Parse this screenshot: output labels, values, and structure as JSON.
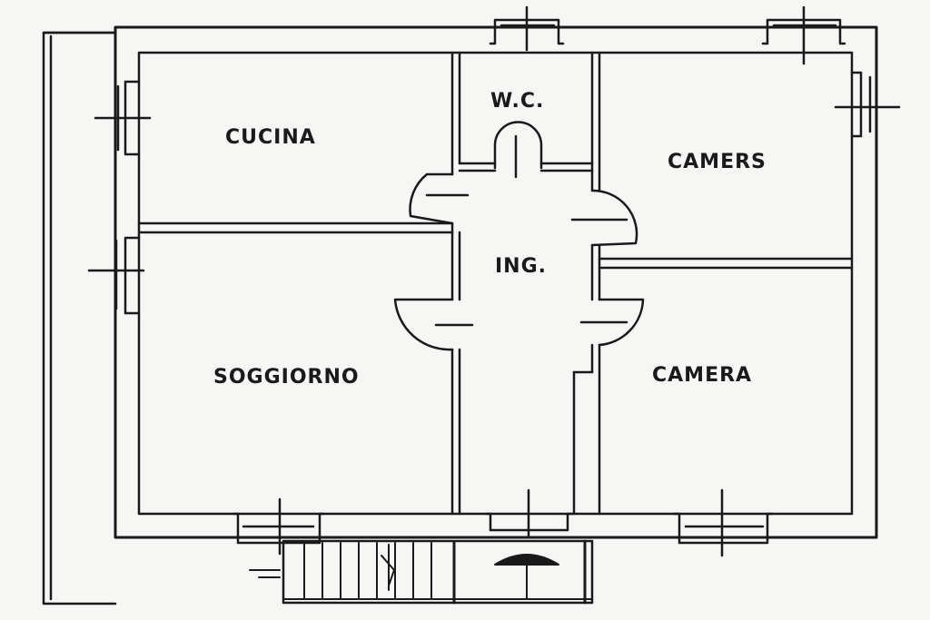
{
  "rooms": {
    "kitchen": "CUCINA",
    "wc": "W.C.",
    "bedroom_top": "CAMERS",
    "entrance": "ING.",
    "living": "SOGGIORNO",
    "bedroom_bottom": "CAMERA"
  },
  "colors": {
    "ink": "#1a1a1a",
    "paper": "#f6f6f4"
  }
}
